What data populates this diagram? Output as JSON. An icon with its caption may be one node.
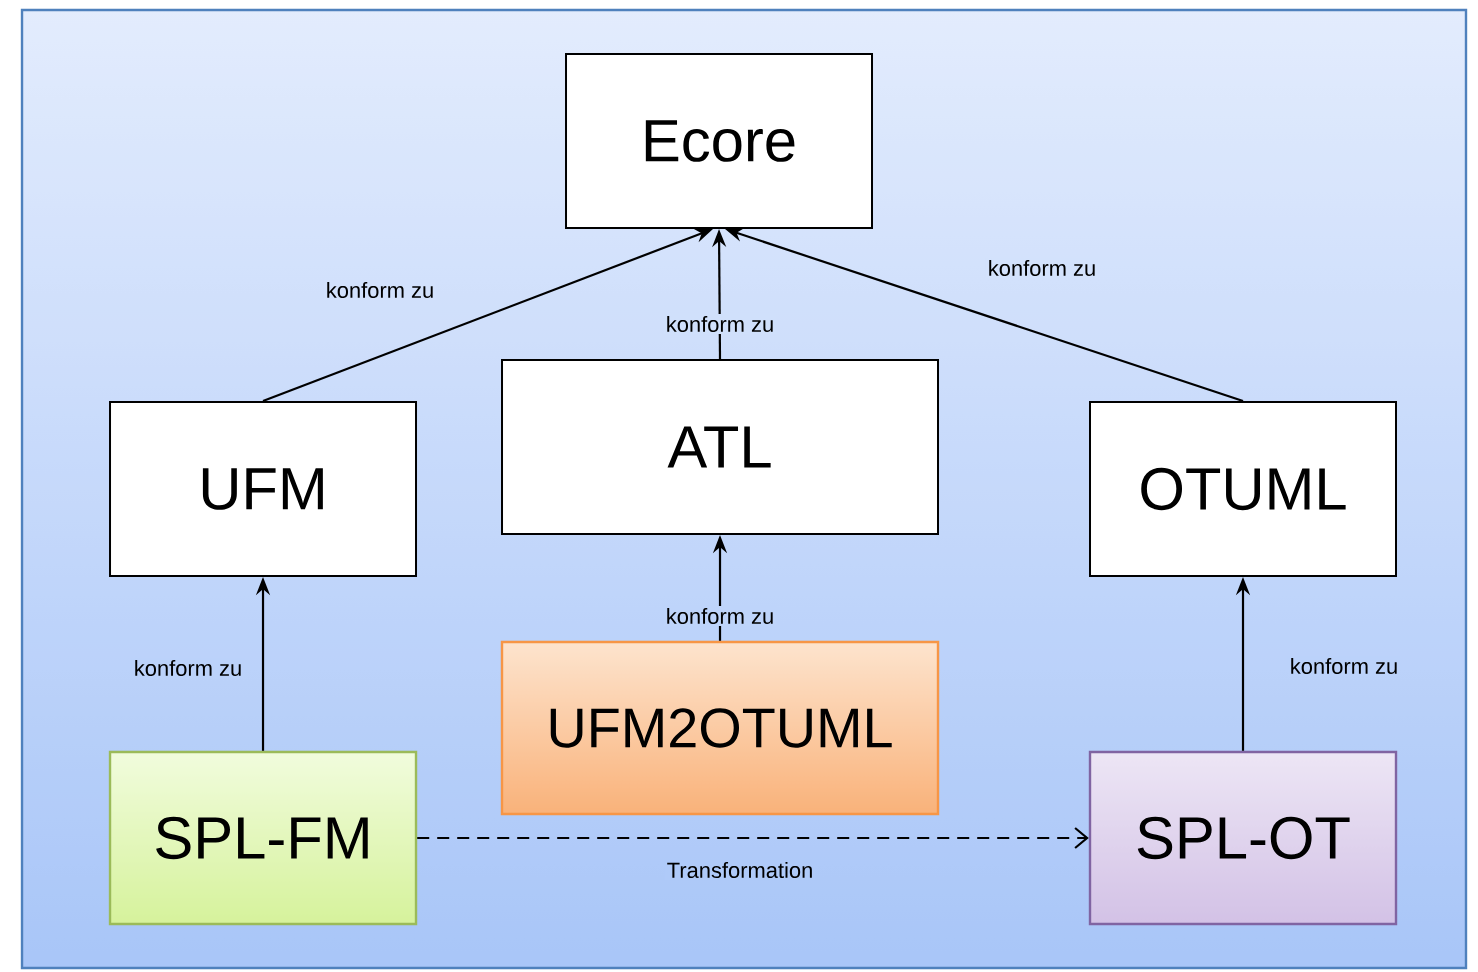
{
  "diagram": {
    "nodes": [
      {
        "text": [
          "Ecore"
        ]
      },
      {
        "text": [
          "UFM"
        ]
      },
      {
        "text": [
          "ATL"
        ]
      },
      {
        "text": [
          "OTUML"
        ]
      },
      {
        "text": [
          "UFM2OTUML"
        ]
      },
      {
        "text": [
          "SPL-FM"
        ]
      },
      {
        "text": [
          "SPL-OT"
        ]
      }
    ],
    "edges": [
      {
        "from": 1,
        "to": 0,
        "arrow": "to",
        "label": "konform zu"
      },
      {
        "from": 2,
        "to": 0,
        "arrow": "to",
        "label": "konform zu"
      },
      {
        "from": 3,
        "to": 0,
        "arrow": "to",
        "label": "konform zu"
      },
      {
        "from": 5,
        "to": 1,
        "arrow": "to",
        "label": "konform zu"
      },
      {
        "from": 4,
        "to": 2,
        "arrow": "to",
        "label": "konform zu"
      },
      {
        "from": 6,
        "to": 3,
        "arrow": "to",
        "label": "konform zu"
      },
      {
        "from": 5,
        "to": 6,
        "arrow": "to",
        "label": "Transformation",
        "style": "dashed"
      }
    ]
  }
}
